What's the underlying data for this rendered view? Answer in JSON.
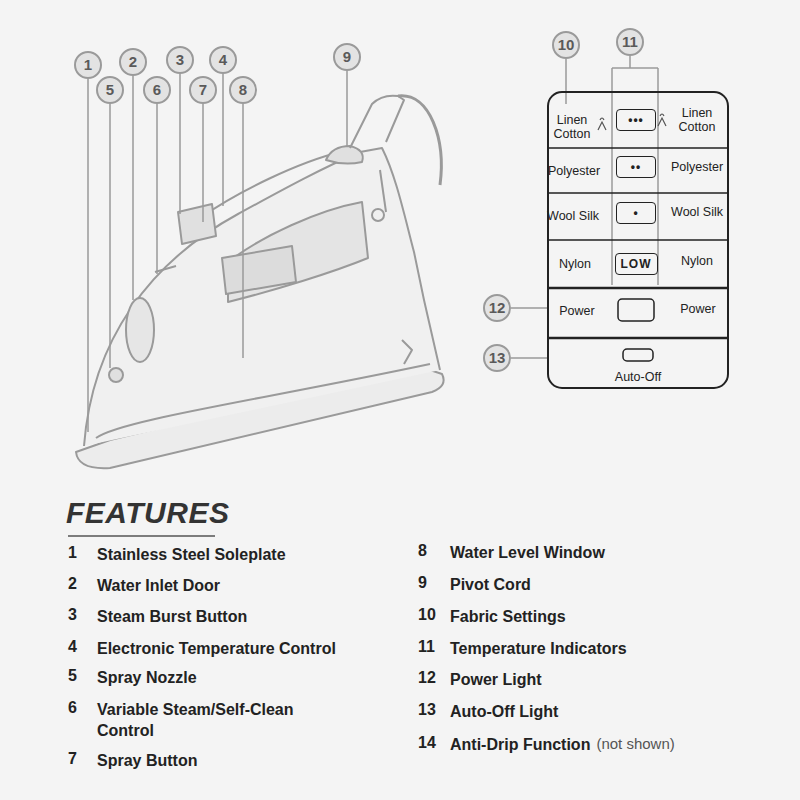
{
  "diagram": {
    "title": "FEATURES",
    "nodes": [
      {
        "text": [
          "•••"
        ]
      },
      {
        "text": [
          "••"
        ]
      },
      {
        "text": [
          "•"
        ]
      },
      {
        "text": [
          "LOW"
        ]
      }
    ],
    "labels": [
      "1",
      "2",
      "3",
      "4",
      "5",
      "6",
      "7",
      "8",
      "9",
      "10",
      "11",
      "12",
      "13",
      "Linen Cotton",
      "Linen Cotton",
      "Polyester",
      "Polyester",
      "Wool Silk",
      "Wool Silk",
      "Nylon",
      "Nylon",
      "Power",
      "Power",
      "Auto-Off",
      "1",
      "Stainless Steel Soleplate",
      "2",
      "Water Inlet Door",
      "3",
      "Steam Burst Button",
      "4",
      "Electronic Temperature Control",
      "5",
      "Spray Nozzle",
      "6",
      "Variable Steam/Self-Clean Control",
      "7",
      "Spray Button",
      "8",
      "Water Level Window",
      "9",
      "Pivot Cord",
      "10",
      "Fabric Settings",
      "11",
      "Temperature Indicators",
      "12",
      "Power Light",
      "13",
      "Auto-Off Light",
      "14",
      "Anti-Drip Function",
      "(not shown)"
    ]
  }
}
